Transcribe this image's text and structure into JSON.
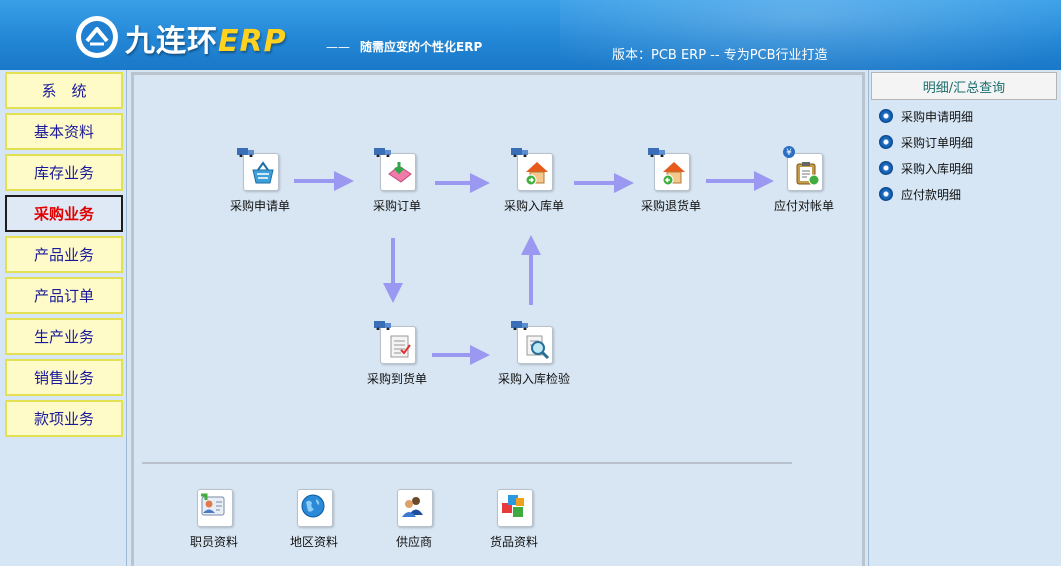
{
  "header": {
    "logo_icon": "erp-logo-icon",
    "app_name": "九连环",
    "app_name_suffix": "ERP",
    "slogan_dash": "——",
    "slogan": "随需应变的个性化ERP",
    "version_text": "版本：PCB ERP -- 专为PCB行业打造"
  },
  "nav": {
    "items": [
      {
        "label": "系　统",
        "active": false
      },
      {
        "label": "基本资料",
        "active": false
      },
      {
        "label": "库存业务",
        "active": false
      },
      {
        "label": "采购业务",
        "active": true
      },
      {
        "label": "产品业务",
        "active": false
      },
      {
        "label": "产品订单",
        "active": false
      },
      {
        "label": "生产业务",
        "active": false
      },
      {
        "label": "销售业务",
        "active": false
      },
      {
        "label": "款项业务",
        "active": false
      }
    ]
  },
  "workflow": {
    "nodes": [
      {
        "id": "purchase-request",
        "label": "采购申请单",
        "icon": "basket-document-icon"
      },
      {
        "id": "purchase-order",
        "label": "采购订单",
        "icon": "order-document-icon"
      },
      {
        "id": "purchase-receipt",
        "label": "采购入库单",
        "icon": "house-in-icon"
      },
      {
        "id": "purchase-return",
        "label": "采购退货单",
        "icon": "house-return-icon"
      },
      {
        "id": "payable-reconcile",
        "label": "应付对帐单",
        "icon": "clipboard-yen-icon"
      },
      {
        "id": "purchase-arrival",
        "label": "采购到货单",
        "icon": "checklist-document-icon"
      },
      {
        "id": "receipt-inspection",
        "label": "采购入库检验",
        "icon": "magnifier-document-icon"
      }
    ],
    "arrow_color": "#9a98f0"
  },
  "basics": {
    "items": [
      {
        "label": "职员资料",
        "icon": "employee-card-icon"
      },
      {
        "label": "地区资料",
        "icon": "globe-icon"
      },
      {
        "label": "供应商",
        "icon": "people-icon"
      },
      {
        "label": "货品资料",
        "icon": "cubes-icon"
      }
    ]
  },
  "query_panel": {
    "title": "明细/汇总查询",
    "items": [
      "采购申请明细",
      "采购订单明细",
      "采购入库明细",
      "应付款明细"
    ]
  },
  "colors": {
    "header_blue": "#2387d6",
    "nav_bg": "#fefbc9",
    "nav_border": "#e4e054",
    "nav_text": "#1a1a9a",
    "nav_active_text": "#e00000",
    "panel_bg": "#d8e6f3",
    "logo_yellow": "#ffd21f"
  }
}
